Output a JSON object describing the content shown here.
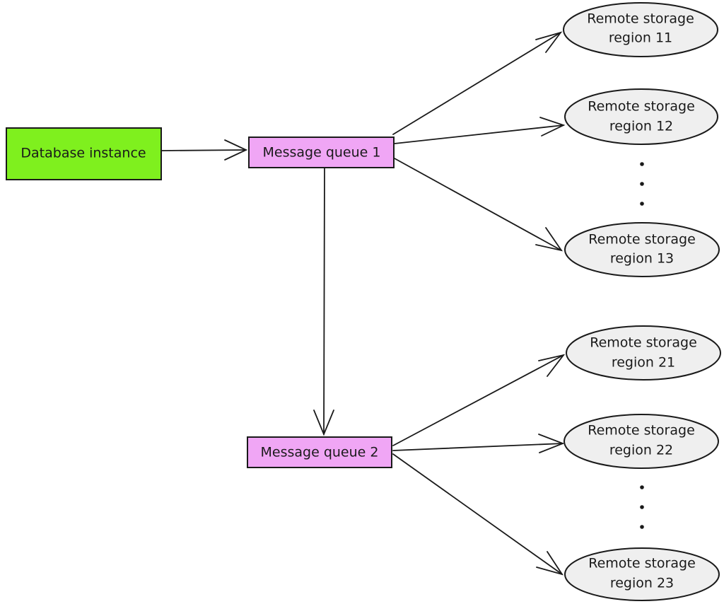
{
  "colors": {
    "database_fill": "#7ff01e",
    "queue_fill": "#f0a6f5",
    "storage_fill": "#efefef",
    "stroke": "#1a1a1a"
  },
  "nodes": {
    "database": {
      "label": "Database instance"
    },
    "queue1": {
      "label": "Message queue 1"
    },
    "queue2": {
      "label": "Message queue 2"
    },
    "storage11": {
      "line1": "Remote storage",
      "line2": "region 11"
    },
    "storage12": {
      "line1": "Remote storage",
      "line2": "region 12"
    },
    "storage13": {
      "line1": "Remote storage",
      "line2": "region 13"
    },
    "storage21": {
      "line1": "Remote storage",
      "line2": "region 21"
    },
    "storage22": {
      "line1": "Remote storage",
      "line2": "region 22"
    },
    "storage23": {
      "line1": "Remote storage",
      "line2": "region 23"
    }
  },
  "edges": [
    {
      "from": "database",
      "to": "queue1"
    },
    {
      "from": "queue1",
      "to": "queue2"
    },
    {
      "from": "queue1",
      "to": "storage11"
    },
    {
      "from": "queue1",
      "to": "storage12"
    },
    {
      "from": "queue1",
      "to": "storage13"
    },
    {
      "from": "queue2",
      "to": "storage21"
    },
    {
      "from": "queue2",
      "to": "storage22"
    },
    {
      "from": "queue2",
      "to": "storage23"
    }
  ]
}
